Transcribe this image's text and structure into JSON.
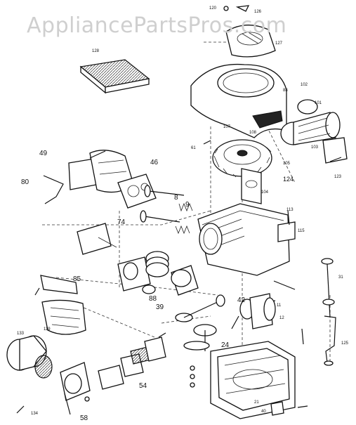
{
  "watermark": "AppliancePartsPros.com",
  "callouts": {
    "c120": "120",
    "c126": "126",
    "c127": "127",
    "c128": "128",
    "c88": "88",
    "c102": "102",
    "c101": "101",
    "c107": "107",
    "c108": "108",
    "c61": "61",
    "c103": "103",
    "c105": "105",
    "c104": "104",
    "c123": "123",
    "c46": "46",
    "c49": "49",
    "c80": "80",
    "c8": "8",
    "c9": "9",
    "c74": "74",
    "c113": "113",
    "c115": "115",
    "c124": "124",
    "c85": "85",
    "c31": "31",
    "c42": "42",
    "c39": "39",
    "c88b": "88",
    "c11": "11",
    "c24": "24",
    "c54": "54",
    "c58": "58",
    "c134": "134",
    "c12": "12",
    "c125": "125",
    "c119": "119",
    "c133": "133",
    "c21": "21",
    "c40": "40"
  }
}
